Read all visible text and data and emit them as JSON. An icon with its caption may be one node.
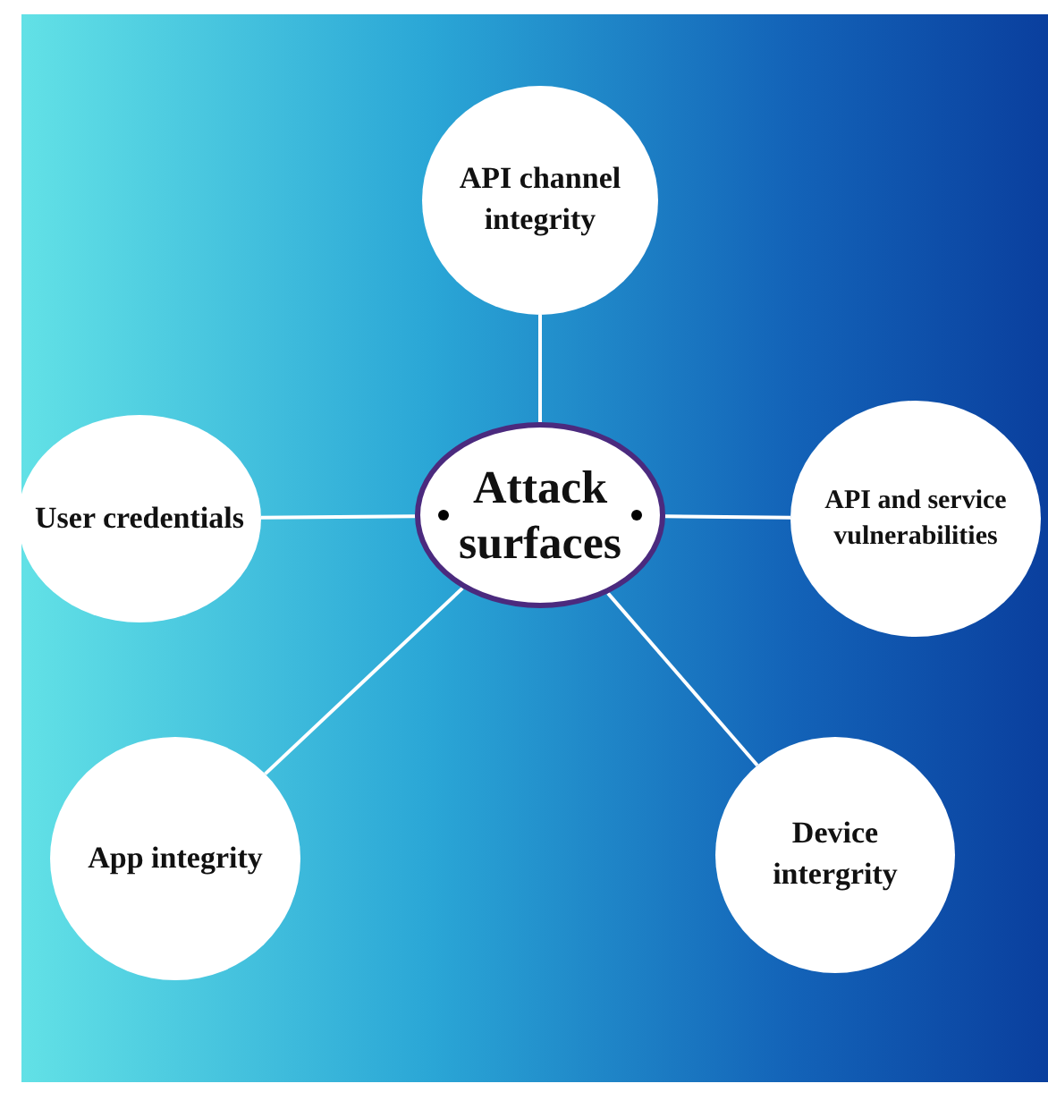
{
  "diagram": {
    "nodes": [
      {
        "text": [
          "API channel integrity"
        ]
      },
      {
        "text": [
          "User credentials"
        ]
      },
      {
        "text": [
          "Attack surfaces"
        ]
      },
      {
        "text": [
          "API and service vulnerabilities"
        ]
      },
      {
        "text": [
          "App integrity"
        ]
      },
      {
        "text": [
          "Device intergrity"
        ]
      }
    ],
    "edges": [
      {
        "from": 2,
        "to": 0,
        "arrow": "none"
      },
      {
        "from": 2,
        "to": 1,
        "arrow": "none"
      },
      {
        "from": 2,
        "to": 3,
        "arrow": "none"
      },
      {
        "from": 2,
        "to": 4,
        "arrow": "none"
      },
      {
        "from": 2,
        "to": 5,
        "arrow": "none"
      }
    ]
  }
}
